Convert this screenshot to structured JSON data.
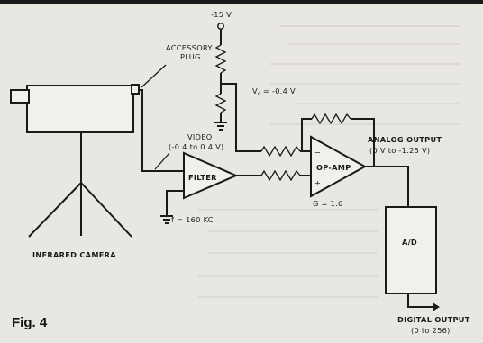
{
  "figure_label": "Fig. 4",
  "labels": {
    "supply": "-15 V",
    "vo": "V",
    "vo_sub": "o",
    "vo_value": "= -0.4 V",
    "accessory_line1": "ACCESSORY",
    "accessory_line2": "PLUG",
    "video_line1": "VIDEO",
    "video_line2": "(-0.4 to 0.4 V)",
    "filter": "FILTER",
    "filter_freq": "f = 160 KC",
    "opamp": "OP-AMP",
    "gain": "G = 1.6",
    "analog_line1": "ANALOG OUTPUT",
    "analog_line2": "(0 V to -1.25 V)",
    "ad": "A/D",
    "digital_line1": "DIGITAL OUTPUT",
    "digital_line2": "(0 to 256)",
    "camera": "INFRARED CAMERA"
  },
  "colors": {
    "ink": "#1a1a1a",
    "paper": "#e9e7e2"
  }
}
